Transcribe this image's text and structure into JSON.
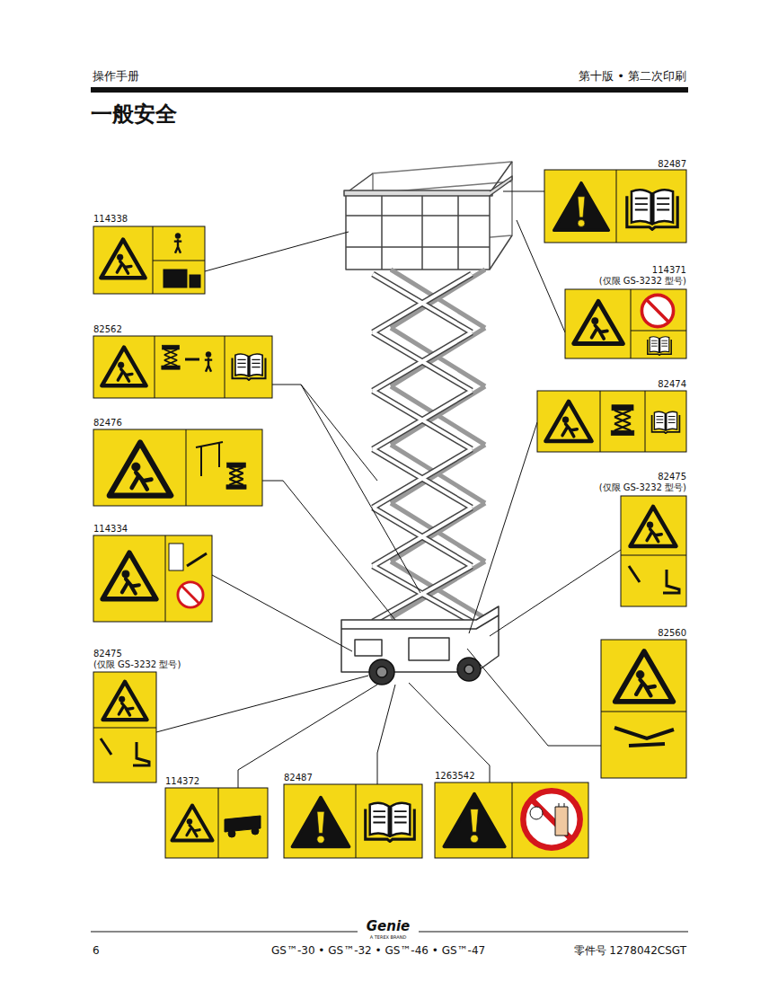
{
  "diagram": {
    "title": "一般安全",
    "nodes": [
      {
        "text": [
          "82487"
        ]
      },
      {
        "text": [
          "114338"
        ]
      },
      {
        "text": [
          "114371",
          "(仅限 GS-3232 型号)"
        ]
      },
      {
        "text": [
          "82562"
        ]
      },
      {
        "text": [
          "82474"
        ]
      },
      {
        "text": [
          "82476"
        ]
      },
      {
        "text": [
          "82475",
          "(仅限 GS-3232 型号)"
        ]
      },
      {
        "text": [
          "114334"
        ]
      },
      {
        "text": [
          "82475",
          "(仅限 GS-3232 型号)"
        ]
      },
      {
        "text": [
          "82560"
        ]
      },
      {
        "text": [
          "114372"
        ]
      },
      {
        "text": [
          "82487"
        ]
      },
      {
        "text": [
          "1263542"
        ]
      }
    ],
    "labels": [
      "操作手册",
      "第十版 • 第二次印刷",
      "Genie",
      "A TEREX BRAND",
      "6",
      "GS™-30 • GS™-32 • GS™-46 • GS™-47",
      "零件号 1278042CSGT"
    ]
  }
}
